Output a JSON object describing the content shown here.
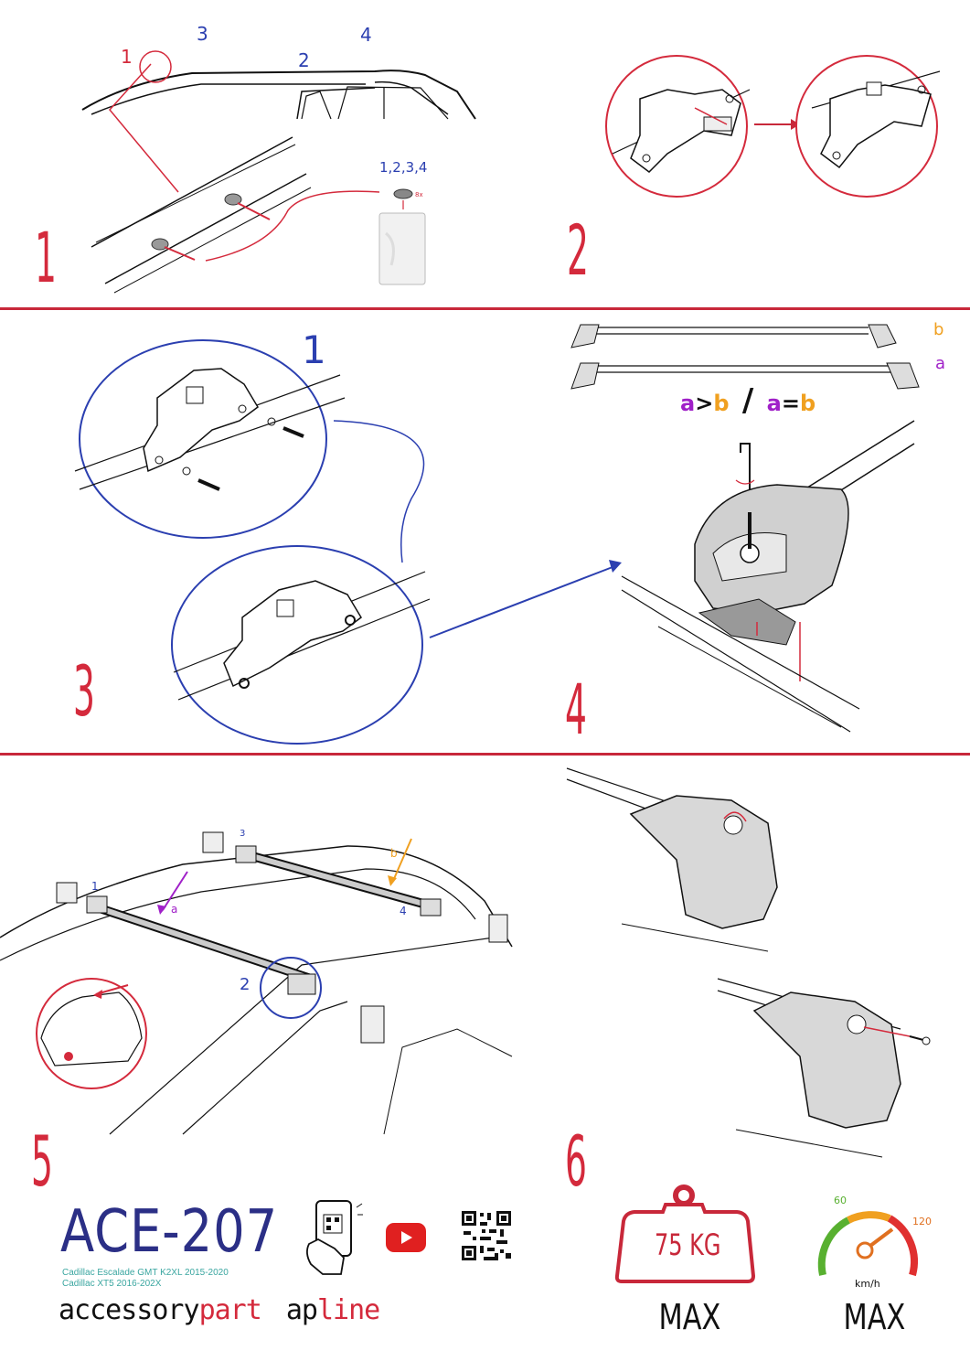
{
  "step_numbers": [
    "1",
    "2",
    "3",
    "4",
    "5",
    "6"
  ],
  "step1": {
    "car_callouts": [
      "1",
      "2",
      "3",
      "4"
    ],
    "bag_label": "1,2,3,4",
    "bag_count": "8x"
  },
  "step3": {
    "zoom_label": "1"
  },
  "step4": {
    "label_b": "b",
    "label_a": "a",
    "rule_a": "a",
    "rule_gt": ">",
    "rule_b1": "b",
    "rule_sep": "/",
    "rule_a2": "a",
    "rule_eq": "=",
    "rule_b2": "b"
  },
  "step5": {
    "foot_labels": [
      "1",
      "2",
      "3",
      "4"
    ],
    "bar_a": "a",
    "bar_b": "b"
  },
  "product": {
    "model": "ACE-207",
    "fitment_1": "Cadillac Escalade GMT K2XL 2015-2020",
    "fitment_2": "Cadillac XT5 2016-202X",
    "brand_part1": "accessory",
    "brand_part2": "part",
    "brand_part3": "ap",
    "brand_part4": "line"
  },
  "limits": {
    "weight": "75 KG",
    "weight_label": "MAX",
    "speed_60": "60",
    "speed_120": "120",
    "speed_unit": "km/h",
    "speed_label": "MAX"
  },
  "colors": {
    "red": "#c8283a",
    "blue": "#2b3fb0",
    "purple": "#a020c8",
    "orange": "#f0a020",
    "green": "#58b030",
    "navy": "#2b2f86"
  },
  "icons": [
    "phone-qr-icon",
    "youtube-icon",
    "qr-code-icon",
    "weight-icon",
    "speedometer-icon"
  ]
}
